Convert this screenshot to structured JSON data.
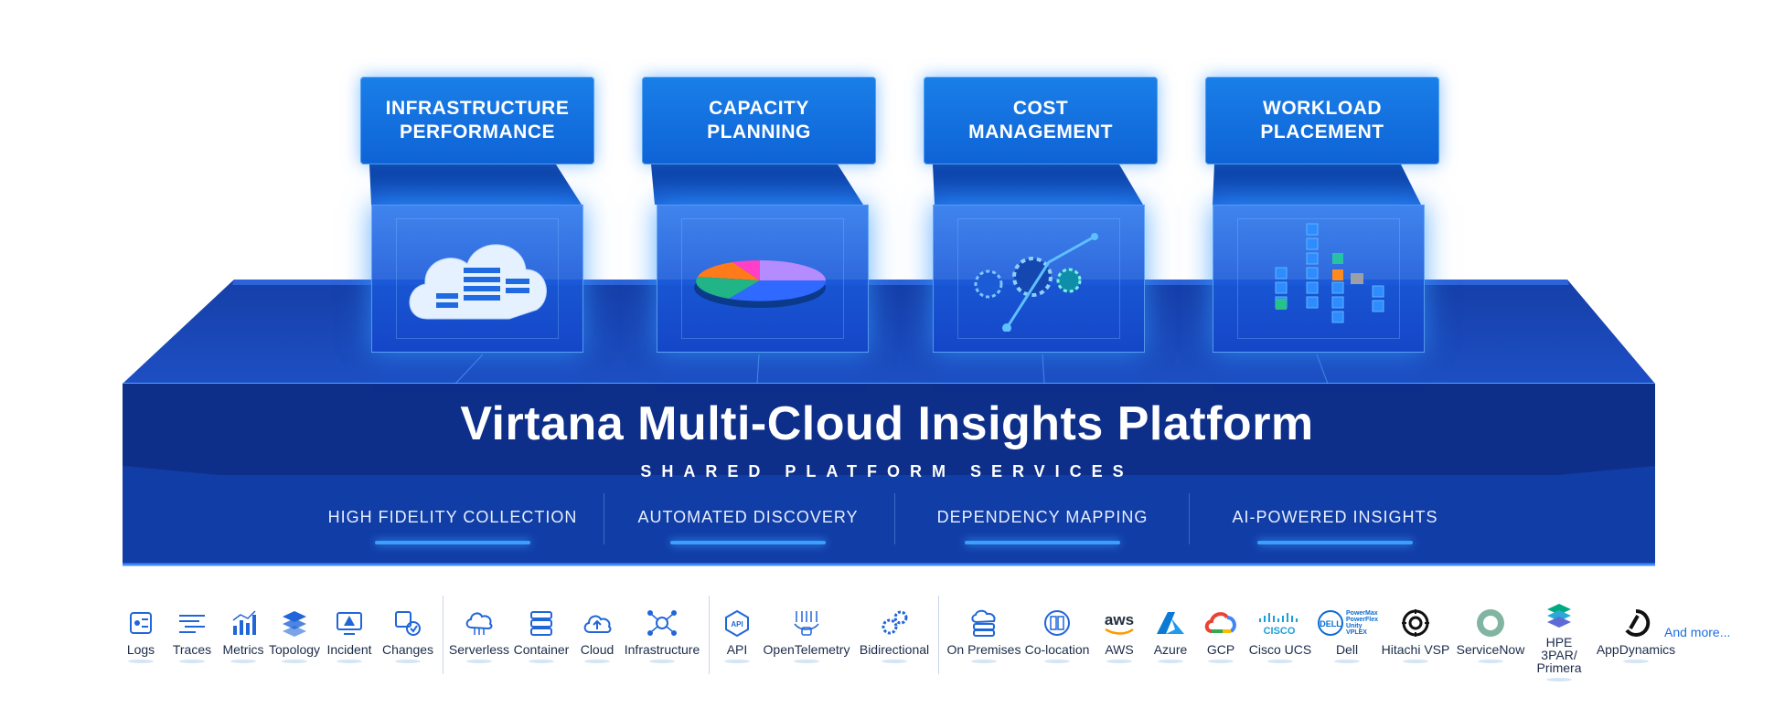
{
  "use_cases": [
    {
      "line1": "INFRASTRUCTURE",
      "line2": "PERFORMANCE",
      "icon": "cloud-server-icon"
    },
    {
      "line1": "CAPACITY",
      "line2": "PLANNING",
      "icon": "pie-chart-icon"
    },
    {
      "line1": "COST",
      "line2": "MANAGEMENT",
      "icon": "gears-icon"
    },
    {
      "line1": "WORKLOAD",
      "line2": "PLACEMENT",
      "icon": "blocks-icon"
    }
  ],
  "platform": {
    "title": "Virtana Multi-Cloud Insights Platform",
    "subtitle": "SHARED PLATFORM SERVICES",
    "services": [
      "HIGH FIDELITY COLLECTION",
      "AUTOMATED DISCOVERY",
      "DEPENDENCY MAPPING",
      "AI-POWERED INSIGHTS"
    ]
  },
  "integrations": {
    "observability": [
      "Logs",
      "Traces",
      "Metrics",
      "Topology",
      "Incident",
      "Changes"
    ],
    "environments": [
      "Serverless",
      "Container",
      "Cloud",
      "Infrastructure"
    ],
    "protocols": [
      "API",
      "OpenTelemetry",
      "Bidirectional"
    ],
    "vendors": [
      "On Premises",
      "Co-location",
      "AWS",
      "Azure",
      "GCP",
      "Cisco UCS",
      "Dell",
      "Hitachi VSP",
      "ServiceNow",
      "HPE 3PAR/ Primera",
      "AppDynamics"
    ],
    "dell_logo_text": "PowerMax PowerFlex Unity VPLEX",
    "more": "And more..."
  },
  "colors": {
    "accent": "#0e63d6",
    "platform": "#0f3aa0",
    "text": "#1b2b4a",
    "link": "#1c6fe0"
  }
}
